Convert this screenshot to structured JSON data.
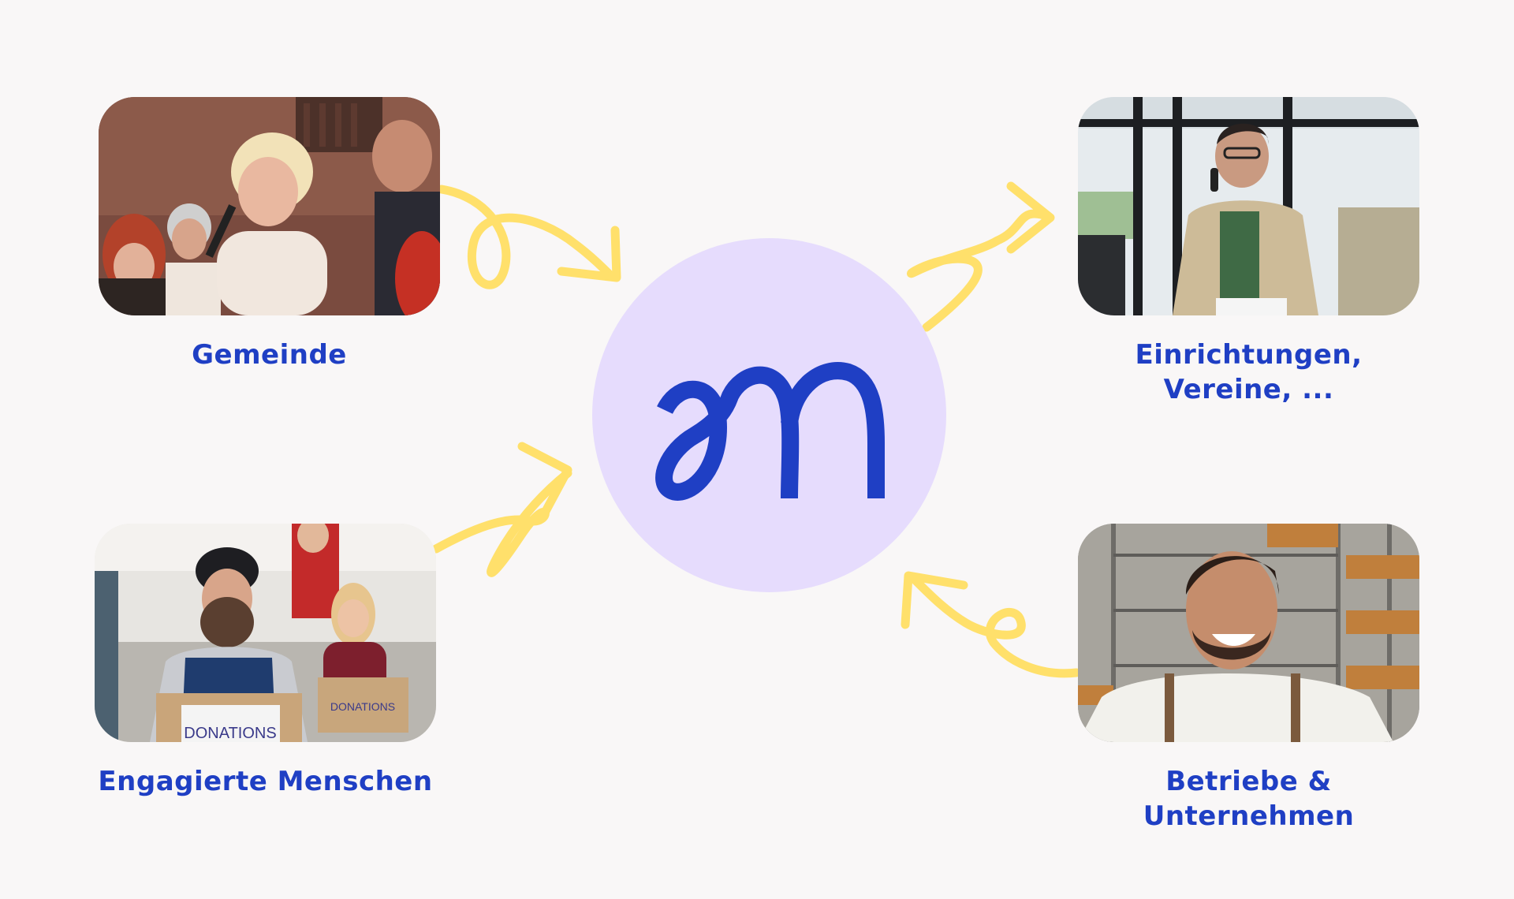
{
  "nodes": {
    "community": {
      "label": "Gemeinde"
    },
    "institutions": {
      "label_line1": "Einrichtungen,",
      "label_line2": "Vereine, ..."
    },
    "volunteers": {
      "label": "Engagierte Menschen"
    },
    "businesses": {
      "label_line1": "Betriebe &",
      "label_line2": "Unternehmen"
    }
  },
  "photos": {
    "community": {
      "sign_text": ""
    },
    "volunteers": {
      "box_text_1": "DONATIONS",
      "box_text_2": "DONATIONS"
    }
  },
  "colors": {
    "background": "#f9f7f7",
    "label_blue": "#1f3fc4",
    "logo_blue": "#1f3fc4",
    "hub_fill": "#e6dcfd",
    "arrow_yellow": "#ffe06b"
  }
}
